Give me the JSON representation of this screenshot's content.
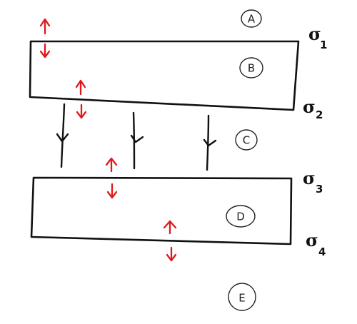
{
  "diagram": {
    "regions": {
      "a": "A",
      "b": "B",
      "c": "C",
      "d": "D",
      "e": "E"
    },
    "sigmas": {
      "s1": {
        "symbol": "σ",
        "sub": "1"
      },
      "s2": {
        "symbol": "σ",
        "sub": "2"
      },
      "s3": {
        "symbol": "σ",
        "sub": "3"
      },
      "s4": {
        "symbol": "σ",
        "sub": "4"
      }
    },
    "colors": {
      "ink": "#111111",
      "arrow": "#e2171b"
    }
  }
}
